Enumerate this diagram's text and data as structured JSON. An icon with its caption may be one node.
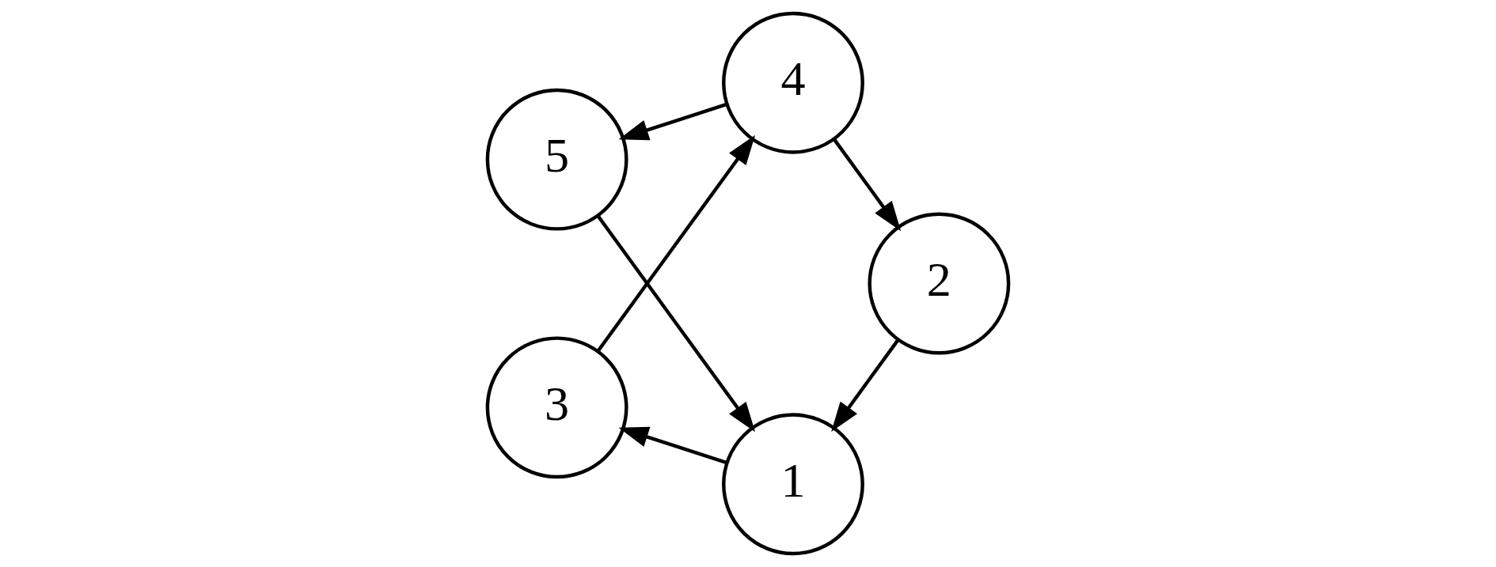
{
  "diagram": {
    "nodes": [
      {
        "text": [
          "1"
        ]
      },
      {
        "text": [
          "2"
        ]
      },
      {
        "text": [
          "3"
        ]
      },
      {
        "text": [
          "4"
        ]
      },
      {
        "text": [
          "5"
        ]
      }
    ],
    "edges": [
      {
        "from": 1,
        "to": 0,
        "arrow": "to"
      },
      {
        "from": 0,
        "to": 2,
        "arrow": "to"
      },
      {
        "from": 2,
        "to": 3,
        "arrow": "to"
      },
      {
        "from": 3,
        "to": 1,
        "arrow": "to"
      },
      {
        "from": 3,
        "to": 4,
        "arrow": "to"
      },
      {
        "from": 4,
        "to": 0,
        "arrow": "to"
      }
    ]
  }
}
